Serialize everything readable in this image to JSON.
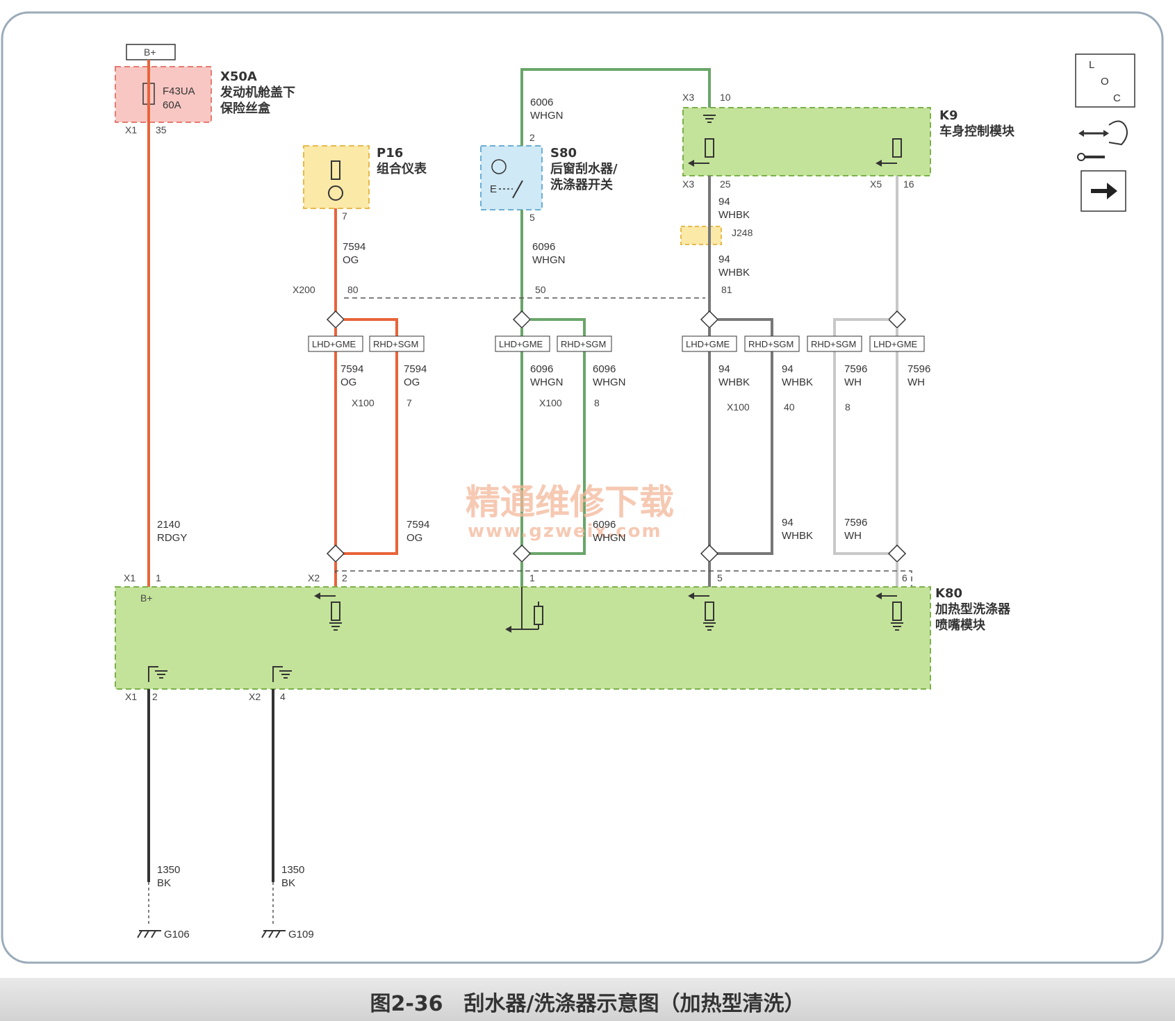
{
  "caption": "图2-36　刮水器/洗涤器示意图（加热型清洗）",
  "watermark": {
    "line1": "精通维修下载",
    "line2": "www.gzweix.com"
  },
  "legend_icons": [
    "loc-icon",
    "connector-icon",
    "arrow-right-icon"
  ],
  "legend_loc": {
    "l": "L",
    "o": "O",
    "c": "C"
  },
  "colors": {
    "orange_wire": "#e8643a",
    "green_wire": "#6aa56a",
    "gray_wire": "#777777",
    "black_wire": "#333333",
    "fuse_box_fill": "#f9c7c3",
    "module_fill": "#c4e39a",
    "p16_fill": "#fbe9a8",
    "s80_fill": "#cfe9f6"
  },
  "x50a": {
    "bplus": "B+",
    "id": "X50A",
    "name1": "发动机舱盖下",
    "name2": "保险丝盒",
    "fuse": "F43UA",
    "amp": "60A",
    "conn": "X1",
    "pin": "35"
  },
  "p16": {
    "id": "P16",
    "name": "组合仪表",
    "pin": "7"
  },
  "s80": {
    "id": "S80",
    "name1": "后窗刮水器/",
    "name2": "洗涤器开关",
    "pin_top": "2",
    "pin_bot": "5",
    "e": "E"
  },
  "k9": {
    "id": "K9",
    "name": "车身控制模块",
    "x3": "X3",
    "pin10": "10",
    "x3b": "X3",
    "pin25": "25",
    "x5": "X5",
    "pin16": "16"
  },
  "k80": {
    "id": "K80",
    "name1": "加热型洗涤器",
    "name2": "喷嘴模块",
    "bplus": "B+",
    "x1": "X1",
    "pin1": "1",
    "x2": "X2",
    "pin2": "2",
    "pin_1b": "1",
    "pin5": "5",
    "pin6": "6",
    "x1b": "X1",
    "gpin2": "2",
    "x2b": "X2",
    "gpin4": "4"
  },
  "j248": "J248",
  "x200": {
    "label": "X200",
    "pin80": "80",
    "pin50": "50",
    "pin81": "81"
  },
  "x100": {
    "label1": "X100",
    "pin7": "7",
    "label2": "X100",
    "pin8a": "8",
    "label3": "X100",
    "pin40": "40",
    "pin8b": "8"
  },
  "options": {
    "lhd": "LHD+GME",
    "rhd": "RHD+SGM"
  },
  "wires": {
    "w2140": {
      "num": "2140",
      "color": "RDGY"
    },
    "w6006": {
      "num": "6006",
      "color": "WHGN"
    },
    "w94a": {
      "num": "94",
      "color": "WHBK"
    },
    "w94b": {
      "num": "94",
      "color": "WHBK"
    },
    "w7594": {
      "num": "7594",
      "color": "OG"
    },
    "w6096": {
      "num": "6096",
      "color": "WHGN"
    },
    "w7594l": {
      "num": "7594",
      "color": "OG"
    },
    "w7594r": {
      "num": "7594",
      "color": "OG"
    },
    "w6096l": {
      "num": "6096",
      "color": "WHGN"
    },
    "w6096r": {
      "num": "6096",
      "color": "WHGN"
    },
    "w94l": {
      "num": "94",
      "color": "WHBK"
    },
    "w94r": {
      "num": "94",
      "color": "WHBK"
    },
    "w7596l": {
      "num": "7596",
      "color": "WH"
    },
    "w7596r": {
      "num": "7596",
      "color": "WH"
    },
    "w7594lo": {
      "num": "7594",
      "color": "OG"
    },
    "w6096lo": {
      "num": "6096",
      "color": "WHGN"
    },
    "w94lo": {
      "num": "94",
      "color": "WHBK"
    },
    "w7596lo": {
      "num": "7596",
      "color": "WH"
    },
    "w1350a": {
      "num": "1350",
      "color": "BK"
    },
    "w1350b": {
      "num": "1350",
      "color": "BK"
    }
  },
  "grounds": {
    "g106": "G106",
    "g109": "G109"
  }
}
